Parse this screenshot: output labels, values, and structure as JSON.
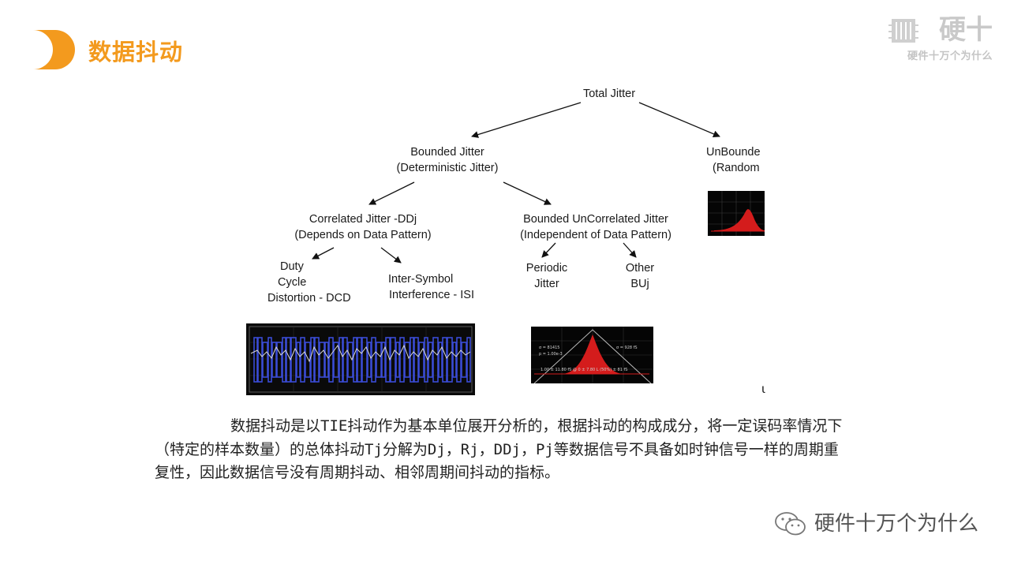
{
  "header": {
    "title": "数据抖动",
    "brand_main": "硬十",
    "brand_sub": "硬件十万个为什么",
    "accent": "#f39a1e"
  },
  "tree": {
    "root": "Total Jitter",
    "bounded": [
      "Bounded Jitter",
      "(Deterministic Jitter)"
    ],
    "unbounded": [
      "UnBounde",
      "(Random"
    ],
    "correlated": [
      "Correlated Jitter -DDj",
      "(Depends on Data Pattern)"
    ],
    "uncorrelated": [
      "Bounded UnCorrelated Jitter",
      "(Independent of Data Pattern)"
    ],
    "dcd": [
      "Duty",
      "Cycle",
      "Distortion - DCD"
    ],
    "isi": [
      "Inter-Symbol",
      "Interference - ISI"
    ],
    "periodic": [
      "Periodic",
      "Jitter"
    ],
    "other": [
      "Other",
      "BUj"
    ]
  },
  "scopes": {
    "gauss_texts": [
      "σ = 81415",
      "p = 1.00e-3",
      "σ = 928 fS",
      "1.00 ± 11.80 fS @ 0 ± 7.80 L (50%) ± 81 fS"
    ]
  },
  "stray_mark": "ι",
  "paragraph": "数据抖动是以TIE抖动作为基本单位展开分析的，根据抖动的构成成分，将一定误码率情况下（特定的样本数量）的总体抖动Tj分解为Dj，Rj，DDj，Pj等数据信号不具备如时钟信号一样的周期重复性，因此数据信号没有周期抖动、相邻周期间抖动的指标。",
  "footer": {
    "watermark": "硬件十万个为什么",
    "icon": "wechat-icon"
  }
}
